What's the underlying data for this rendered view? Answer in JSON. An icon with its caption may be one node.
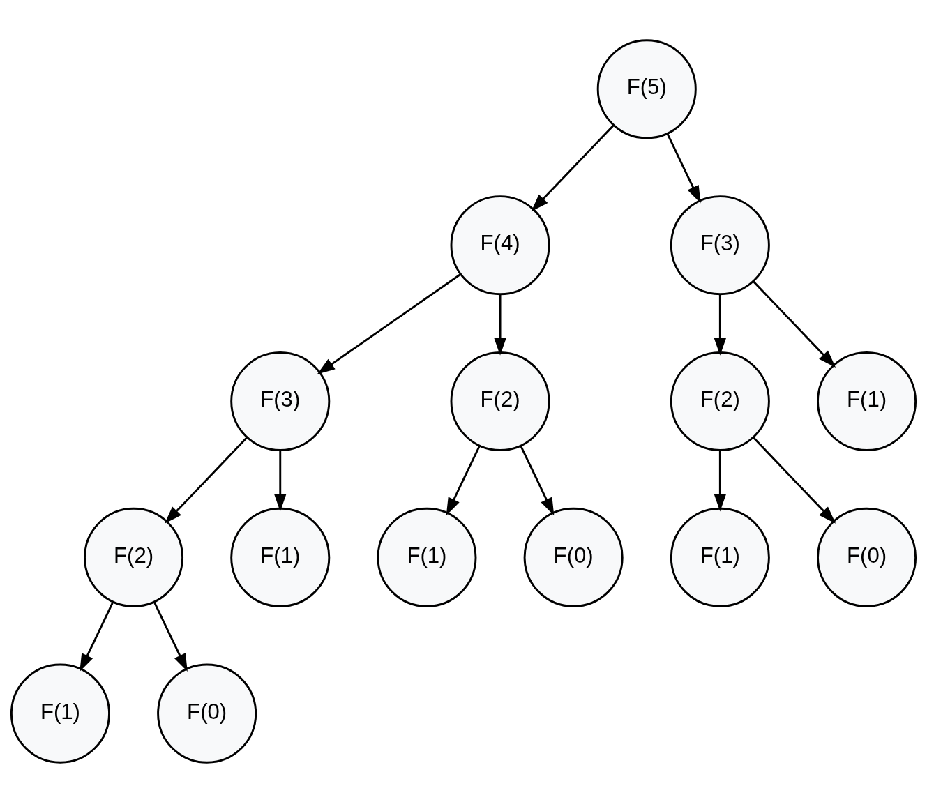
{
  "diagram": {
    "nodes": [
      {
        "text": [
          "F(5)"
        ]
      },
      {
        "text": [
          "F(4)"
        ]
      },
      {
        "text": [
          "F(3)"
        ]
      },
      {
        "text": [
          "F(3)"
        ]
      },
      {
        "text": [
          "F(2)"
        ]
      },
      {
        "text": [
          "F(2)"
        ]
      },
      {
        "text": [
          "F(1)"
        ]
      },
      {
        "text": [
          "F(2)"
        ]
      },
      {
        "text": [
          "F(1)"
        ]
      },
      {
        "text": [
          "F(1)"
        ]
      },
      {
        "text": [
          "F(0)"
        ]
      },
      {
        "text": [
          "F(1)"
        ]
      },
      {
        "text": [
          "F(0)"
        ]
      },
      {
        "text": [
          "F(1)"
        ]
      },
      {
        "text": [
          "F(0)"
        ]
      }
    ],
    "edges": [
      {
        "from": 0,
        "to": 1,
        "arrow": "to"
      },
      {
        "from": 0,
        "to": 2,
        "arrow": "to"
      },
      {
        "from": 1,
        "to": 3,
        "arrow": "to"
      },
      {
        "from": 1,
        "to": 4,
        "arrow": "to"
      },
      {
        "from": 2,
        "to": 5,
        "arrow": "to"
      },
      {
        "from": 2,
        "to": 6,
        "arrow": "to"
      },
      {
        "from": 3,
        "to": 7,
        "arrow": "to"
      },
      {
        "from": 3,
        "to": 8,
        "arrow": "to"
      },
      {
        "from": 4,
        "to": 9,
        "arrow": "to"
      },
      {
        "from": 4,
        "to": 10,
        "arrow": "to"
      },
      {
        "from": 5,
        "to": 11,
        "arrow": "to"
      },
      {
        "from": 5,
        "to": 12,
        "arrow": "to"
      },
      {
        "from": 7,
        "to": 13,
        "arrow": "to"
      },
      {
        "from": 7,
        "to": 14,
        "arrow": "to"
      }
    ]
  }
}
